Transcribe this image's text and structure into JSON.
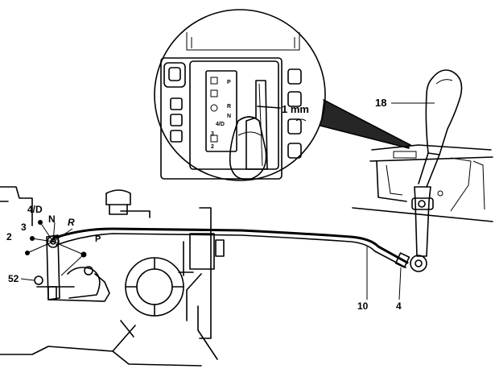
{
  "callouts": {
    "part_18": "18",
    "clearance": "1 mm",
    "selector_4d": "4/D",
    "selector_3": "3",
    "selector_2": "2",
    "selector_n": "N",
    "selector_r": "R",
    "selector_p": "P",
    "part_52": "52",
    "part_10": "10",
    "part_4": "4"
  },
  "gate_markings": [
    "P",
    "R",
    "N",
    "4/D",
    "3",
    "2"
  ]
}
